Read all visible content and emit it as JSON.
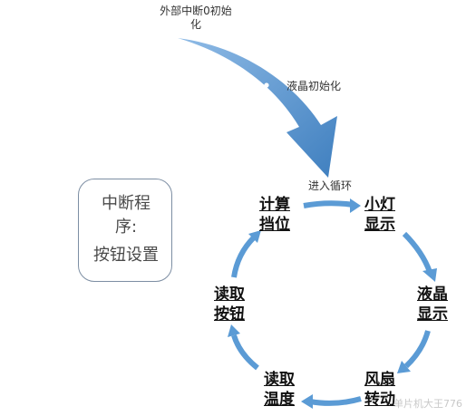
{
  "top_arrow": {
    "start_label_line1": "外部中断0初始",
    "start_label_line2": "化",
    "mid_label": "液晶初始化",
    "end_label": "进入循环"
  },
  "loop_nodes": [
    {
      "line1": "小灯",
      "line2": "显示"
    },
    {
      "line1": "液晶",
      "line2": "显示"
    },
    {
      "line1": "风扇",
      "line2": "转动"
    },
    {
      "line1": "读取",
      "line2": "温度"
    },
    {
      "line1": "读取",
      "line2": "按钮"
    },
    {
      "line1": "计算",
      "line2": "挡位"
    }
  ],
  "interrupt_box": {
    "title_line1": "中断程",
    "title_line2": "序:",
    "subtitle": "按钮设置"
  },
  "watermark": "单片机大王776",
  "colors": {
    "arrow": "#5b9bd5",
    "arrow_dark": "#3f7fbf",
    "box_border": "#7d8ea3"
  }
}
